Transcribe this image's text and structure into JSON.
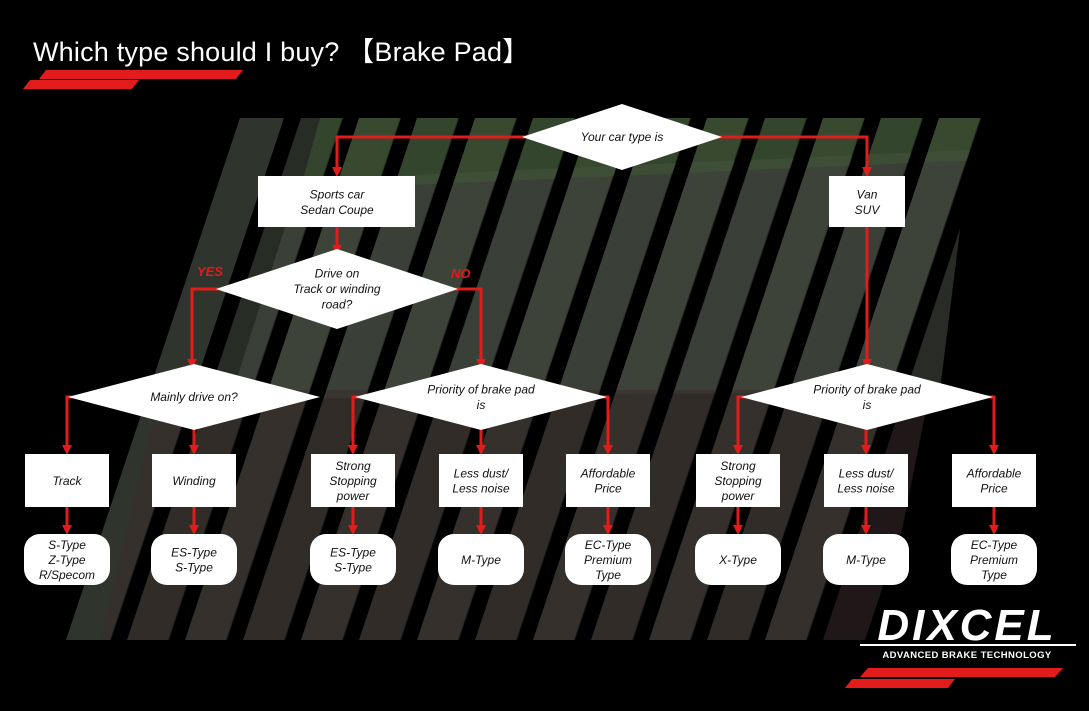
{
  "title": "Which type should I buy? 【Brake Pad】",
  "colors": {
    "accent": "#e21b1b",
    "background": "#000000",
    "box": "#ffffff"
  },
  "start": {
    "label": "Your car type is"
  },
  "car_types": {
    "sports": [
      "Sports car",
      "Sedan Coupe"
    ],
    "van": [
      "Van",
      "SUV"
    ]
  },
  "decisions": {
    "track_question": [
      "Drive on",
      "Track or winding",
      "road?"
    ],
    "yes": "YES",
    "no": "NO",
    "mainly_drive": [
      "Mainly drive on?"
    ],
    "priority_left": [
      "Priority of brake pad",
      "is"
    ],
    "priority_right": [
      "Priority of brake pad",
      "is"
    ]
  },
  "options": [
    {
      "label": [
        "Track"
      ],
      "result": [
        "S-Type",
        "Z-Type",
        "R/Specom"
      ]
    },
    {
      "label": [
        "Winding"
      ],
      "result": [
        "ES-Type",
        "S-Type"
      ]
    },
    {
      "label": [
        "Strong",
        "Stopping",
        "power"
      ],
      "result": [
        "ES-Type",
        "S-Type"
      ]
    },
    {
      "label": [
        "Less dust/",
        "Less noise"
      ],
      "result": [
        "M-Type"
      ]
    },
    {
      "label": [
        "Affordable",
        "Price"
      ],
      "result": [
        "EC-Type",
        "Premium",
        "Type"
      ]
    },
    {
      "label": [
        "Strong",
        "Stopping",
        "power"
      ],
      "result": [
        "X-Type"
      ]
    },
    {
      "label": [
        "Less dust/",
        "Less noise"
      ],
      "result": [
        "M-Type"
      ]
    },
    {
      "label": [
        "Affordable",
        "Price"
      ],
      "result": [
        "EC-Type",
        "Premium",
        "Type"
      ]
    }
  ],
  "logo": {
    "brand": "DIXCEL",
    "tagline": "ADVANCED BRAKE TECHNOLOGY"
  }
}
